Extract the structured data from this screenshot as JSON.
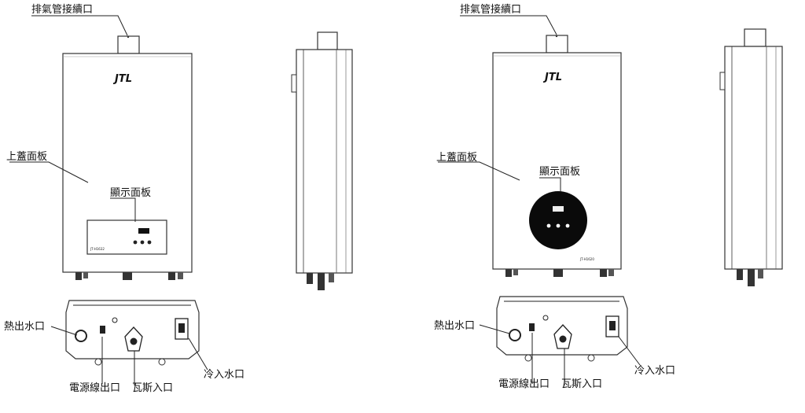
{
  "brand": "JTL",
  "left_unit": {
    "exhaust_label": "排氣管接續口",
    "top_cover_label": "上蓋面板",
    "display_label": "顯示面板",
    "model_text": "JT-H1632",
    "hot_out_label": "熱出水口",
    "power_label": "電源線出口",
    "gas_label": "瓦斯入口",
    "cold_in_label": "冷入水口"
  },
  "right_unit": {
    "exhaust_label": "排氣管接續口",
    "top_cover_label": "上蓋面板",
    "display_label": "顯示面板",
    "model_text": "JT-H1620",
    "hot_out_label": "熱出水口",
    "power_label": "電源線出口",
    "gas_label": "瓦斯入口",
    "cold_in_label": "冷入水口"
  }
}
